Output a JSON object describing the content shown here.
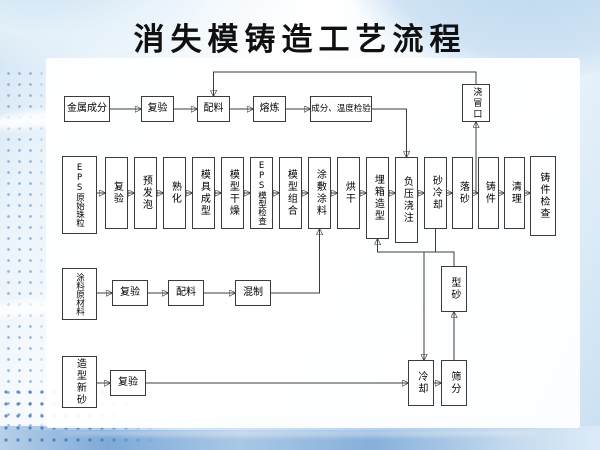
{
  "slide": {
    "title": "消失模铸造工艺流程"
  },
  "boxes": {
    "metal_composition": "金属成分",
    "reinspect_metal": "复验",
    "batching_metal": "配料",
    "melting": "熔炼",
    "comp_temp_check": "成分、温度检验",
    "riser": "浇冒口",
    "eps_beads": "EPS原始珠粒",
    "reinspect_eps": "复验",
    "pre_foaming": "预发泡",
    "aging": "熟化",
    "mold_forming": "模具成型",
    "pattern_drying": "模型干燥",
    "eps_pattern_check": "EPS模型检查",
    "pattern_assembly": "模型组合",
    "apply_coating": "涂敷涂料",
    "drying": "烘干",
    "flask_molding": "埋箱造型",
    "vacuum_pouring": "负压浇注",
    "sand_cooling": "砂冷却",
    "shakeout": "落砂",
    "casting": "铸件",
    "cleaning": "清理",
    "casting_inspection": "铸件检查",
    "coating_raw": "涂料原材料",
    "reinspect_coating": "复验",
    "batching_coating": "配料",
    "mixing": "混制",
    "new_sand": "造型新砂",
    "reinspect_sand": "复验",
    "cooling": "冷却",
    "sieving": "筛分",
    "molding_sand": "型砂"
  },
  "edges": [
    [
      "metal_composition",
      "reinspect_metal"
    ],
    [
      "reinspect_metal",
      "batching_metal"
    ],
    [
      "batching_metal",
      "melting"
    ],
    [
      "melting",
      "comp_temp_check"
    ],
    [
      "comp_temp_check",
      "vacuum_pouring"
    ],
    [
      "shakeout",
      "riser"
    ],
    [
      "riser",
      "batching_metal"
    ],
    [
      "eps_beads",
      "reinspect_eps"
    ],
    [
      "reinspect_eps",
      "pre_foaming"
    ],
    [
      "pre_foaming",
      "aging"
    ],
    [
      "aging",
      "mold_forming"
    ],
    [
      "mold_forming",
      "pattern_drying"
    ],
    [
      "pattern_drying",
      "eps_pattern_check"
    ],
    [
      "eps_pattern_check",
      "pattern_assembly"
    ],
    [
      "pattern_assembly",
      "apply_coating"
    ],
    [
      "apply_coating",
      "drying"
    ],
    [
      "drying",
      "flask_molding"
    ],
    [
      "flask_molding",
      "vacuum_pouring"
    ],
    [
      "vacuum_pouring",
      "sand_cooling"
    ],
    [
      "sand_cooling",
      "shakeout"
    ],
    [
      "shakeout",
      "casting"
    ],
    [
      "casting",
      "cleaning"
    ],
    [
      "cleaning",
      "casting_inspection"
    ],
    [
      "coating_raw",
      "reinspect_coating"
    ],
    [
      "reinspect_coating",
      "batching_coating"
    ],
    [
      "batching_coating",
      "mixing"
    ],
    [
      "mixing",
      "apply_coating"
    ],
    [
      "new_sand",
      "reinspect_sand"
    ],
    [
      "reinspect_sand",
      "cooling"
    ],
    [
      "sand_cooling",
      "cooling"
    ],
    [
      "cooling",
      "sieving"
    ],
    [
      "sieving",
      "molding_sand"
    ],
    [
      "molding_sand",
      "flask_molding"
    ]
  ],
  "colors": {
    "box_border": "#3b3b3b",
    "connector": "#3c3c3c",
    "band_blue": "#7ea9d7",
    "dot_blue": "#6f9fd0"
  }
}
